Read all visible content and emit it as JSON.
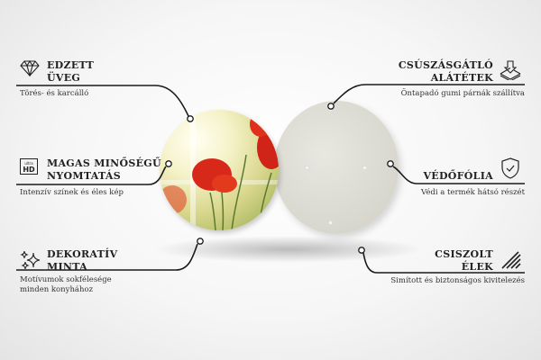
{
  "features_left": [
    {
      "icon": "diamond-icon",
      "title_line1": "EDZETT",
      "title_line2": "ÜVEG",
      "desc_line1": "Törés- és karcálló",
      "desc_line2": ""
    },
    {
      "icon": "ultra-hd-icon",
      "icon_text_small": "ultra",
      "icon_text_big": "HD",
      "title_line1": "MAGAS MINŐSÉGŰ",
      "title_line2": "NYOMTATÁS",
      "desc_line1": "Intenzív színek és éles kép",
      "desc_line2": ""
    },
    {
      "icon": "sparkles-icon",
      "title_line1": "DEKORATÍV",
      "title_line2": "MINTA",
      "desc_line1": "Motívumok sokfélesége",
      "desc_line2": "minden konyhához"
    }
  ],
  "features_right": [
    {
      "icon": "anti-slip-pad-icon",
      "title_line1": "CSÚSZÁSGÁTLÓ",
      "title_line2": "ALÁTÉTEK",
      "desc_line1": "Öntapadó gumi párnák szállítva"
    },
    {
      "icon": "shield-check-icon",
      "title_line1": "VÉDŐFÓLIA",
      "title_line2": "",
      "desc_line1": "Védi a termék hátsó részét"
    },
    {
      "icon": "polished-edges-icon",
      "title_line1": "CSISZOLT",
      "title_line2": "ÉLEK",
      "desc_line1": "Simított és biztonságos kivitelezés"
    }
  ],
  "colors": {
    "line": "#1a1a1a",
    "poppy": "#d8281a",
    "disc": "#dddcd3"
  }
}
